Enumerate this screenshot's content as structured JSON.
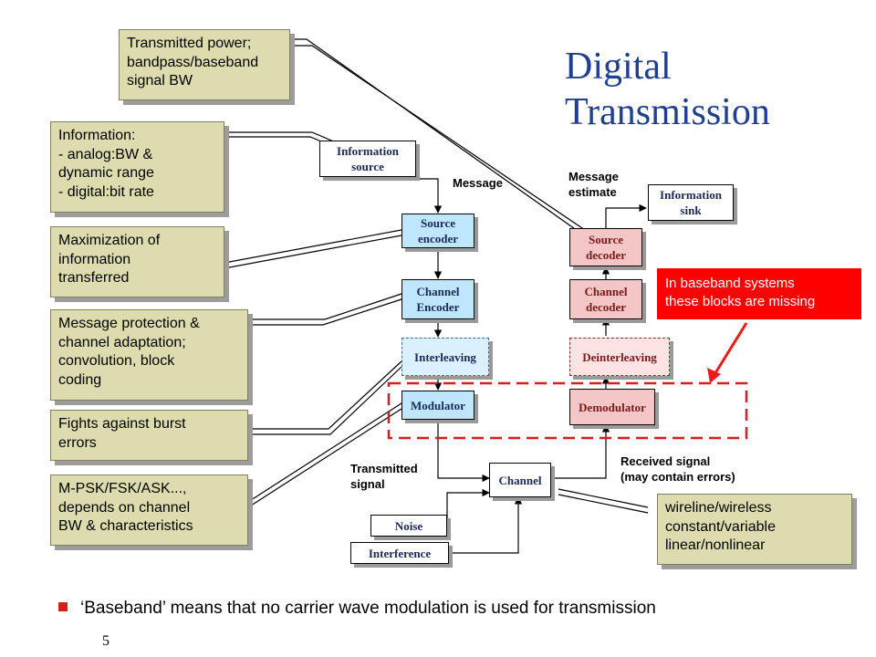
{
  "title": {
    "line1": "Digital",
    "line2": "Transmission"
  },
  "notes": {
    "power": [
      "Transmitted power;",
      "bandpass/baseband",
      "signal BW"
    ],
    "information": [
      "Information:",
      "- analog:BW &",
      "dynamic range",
      "- digital:bit rate"
    ],
    "maximization": [
      "Maximization of",
      "information",
      "transferred"
    ],
    "protection": [
      "Message protection &",
      "channel adaptation;",
      "convolution, block",
      "coding"
    ],
    "burst": [
      "Fights against burst",
      "errors"
    ],
    "modulation": [
      "M-PSK/FSK/ASK...,",
      "depends on channel",
      "BW & characteristics"
    ],
    "channel_types": [
      "wireline/wireless",
      "constant/variable",
      "linear/nonlinear"
    ]
  },
  "blocks": {
    "info_source": [
      "Information",
      "source"
    ],
    "source_encoder": [
      "Source",
      "encoder"
    ],
    "channel_encoder": [
      "Channel",
      "Encoder"
    ],
    "interleaving": [
      "Interleaving"
    ],
    "modulator": [
      "Modulator"
    ],
    "channel": [
      "Channel"
    ],
    "noise": [
      "Noise"
    ],
    "interference": [
      "Interference"
    ],
    "demodulator": [
      "Demodulator"
    ],
    "deinterleaving": [
      "Deinterleaving"
    ],
    "channel_decoder": [
      "Channel",
      "decoder"
    ],
    "source_decoder": [
      "Source",
      "decoder"
    ],
    "info_sink": [
      "Information",
      "sink"
    ]
  },
  "labels": {
    "message": [
      "Message"
    ],
    "message_estimate": [
      "Message",
      "estimate"
    ],
    "transmitted_signal": [
      "Transmitted",
      "signal"
    ],
    "received_signal": [
      "Received signal",
      "(may contain errors)"
    ]
  },
  "callout": [
    "In baseband systems",
    "these blocks are missing"
  ],
  "bullet": "‘Baseband’ means that no carrier wave modulation is used for transmission",
  "page_number": "5",
  "colors": {
    "title": "#1f3f8f",
    "note_bg": "#dcdcae",
    "callout_bg": "#ff0000",
    "dashed_box": "#d02020"
  }
}
